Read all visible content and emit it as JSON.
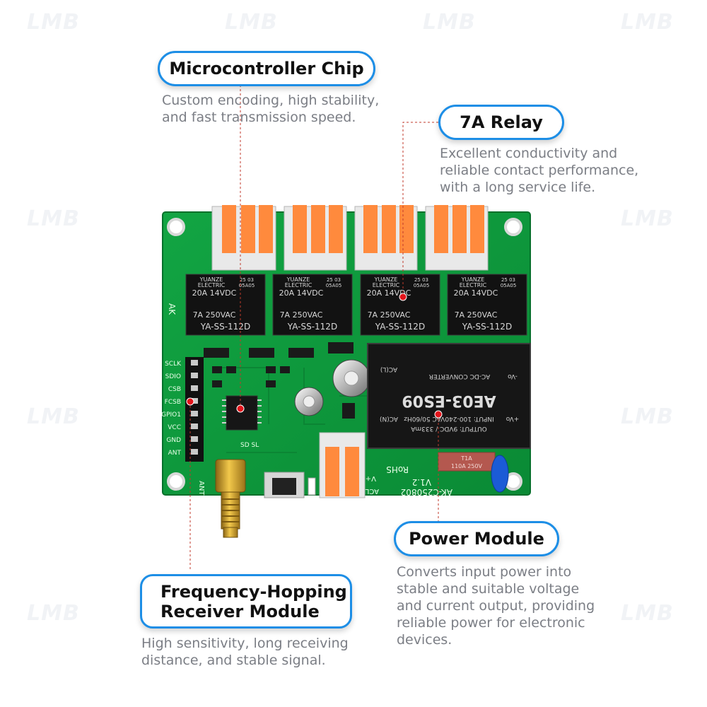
{
  "watermark": "LMB",
  "callouts": {
    "microcontroller": {
      "title": "Microcontroller Chip",
      "desc": [
        "Custom encoding, high stability,",
        "and fast transmission speed."
      ]
    },
    "relay": {
      "title": "7A Relay",
      "desc": [
        "Excellent conductivity and",
        "reliable contact performance,",
        "with a long service life."
      ]
    },
    "power": {
      "title": "Power Module",
      "desc": [
        "Converts input power into",
        "stable and suitable voltage",
        "and current output, providing",
        "reliable power for electronic",
        "devices."
      ]
    },
    "receiver": {
      "title_lines": [
        "Frequency-Hopping",
        "Receiver Module"
      ],
      "desc": [
        "High sensitivity, long receiving",
        "distance, and stable signal."
      ]
    }
  },
  "board": {
    "relay": {
      "brand": "YUANZE",
      "maker": "ELECTRIC",
      "code": "25 03",
      "code2": "05A05",
      "rating1": "20A 14VDC",
      "rating2": "7A 250VAC",
      "model": "YA-SS-112D"
    },
    "power_module": {
      "model": "AE03-ES09",
      "input": "INPUT: 100-240VAC 50/60Hz",
      "output": "OUTPUT: 9VDC / 333mA",
      "converter": "AC-DC CONVERTER",
      "acn": "AC(N)",
      "acl": "AC(L)",
      "vplus": "+Vo",
      "vminus": "-Vo"
    },
    "fuse": {
      "line1": "T1A",
      "line2": "110A 250V"
    },
    "pins": [
      "SCLK",
      "SDIO",
      "CSB",
      "FCSB",
      "GPIO1",
      "VCC",
      "GND",
      "ANT"
    ],
    "labels": {
      "ak": "AK",
      "rohs": "RoHS",
      "version": "V1.2",
      "part": "AK-C250802",
      "ant": "ANT",
      "acl": "ACL",
      "vplus": "V+",
      "sdsl": "SD SL"
    },
    "colors": {
      "pcb": "#0c9a3c",
      "connector": "#ff8a3d",
      "relay": "#111111",
      "accent": "#1d8ee6"
    }
  }
}
